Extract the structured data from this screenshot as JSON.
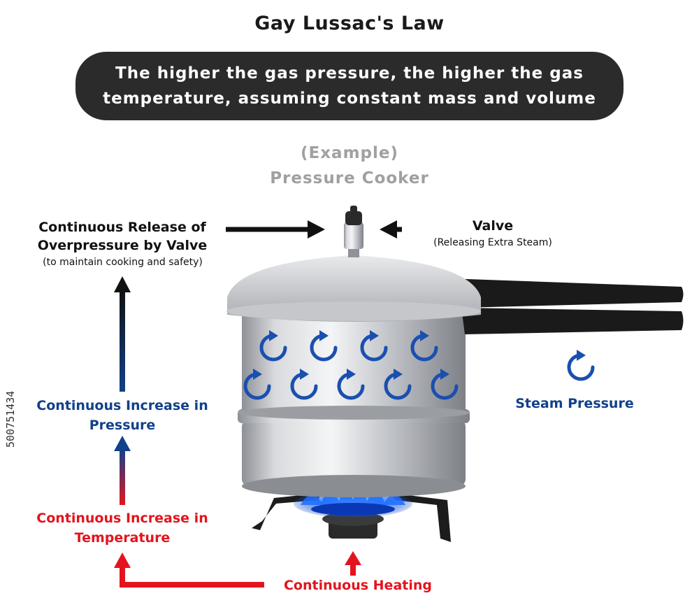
{
  "title": "Gay Lussac's Law",
  "definition": "The higher the gas pressure, the higher the gas temperature, assuming constant mass and volume",
  "example": {
    "tag": "(Example)",
    "name": "Pressure Cooker"
  },
  "labels": {
    "release_line1": "Continuous Release of",
    "release_line2": "Overpressure by Valve",
    "release_note": "(to maintain cooking and safety)",
    "valve": "Valve",
    "valve_note": "(Releasing Extra Steam)",
    "pressure_line1": "Continuous Increase in",
    "pressure_line2": "Pressure",
    "temperature_line1": "Continuous Increase in",
    "temperature_line2": "Temperature",
    "heating": "Continuous Heating",
    "steam_pressure": "Steam Pressure"
  },
  "stock_id": "500751434",
  "colors": {
    "banner": "#2b2b2b",
    "blue": "#12408a",
    "red": "#e3141e",
    "flame": "#1e6cff",
    "pot_metal": "#b5b8bd",
    "handle": "#1a1a1a"
  }
}
